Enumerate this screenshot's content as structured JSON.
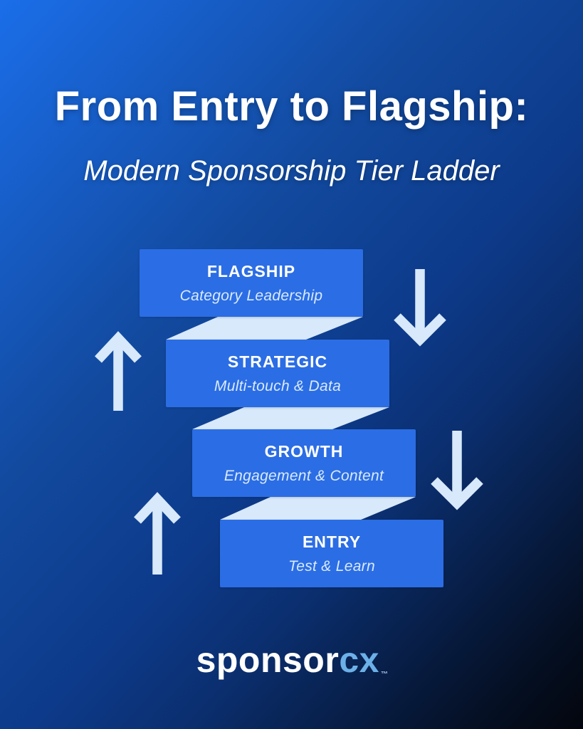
{
  "header": {
    "title": "From Entry to Flagship:",
    "subtitle": "Modern Sponsorship Tier Ladder"
  },
  "ladder": {
    "tiers": [
      {
        "name": "FLAGSHIP",
        "tagline": "Category Leadership"
      },
      {
        "name": "STRATEGIC",
        "tagline": "Multi-touch & Data"
      },
      {
        "name": "GROWTH",
        "tagline": "Engagement & Content"
      },
      {
        "name": "ENTRY",
        "tagline": "Test & Learn"
      }
    ],
    "arrows": [
      {
        "direction": "up",
        "side": "left"
      },
      {
        "direction": "down",
        "side": "right"
      },
      {
        "direction": "up",
        "side": "left"
      },
      {
        "direction": "down",
        "side": "right"
      }
    ]
  },
  "footer": {
    "logo_primary": "sponsor",
    "logo_accent": "cx",
    "logo_trademark": "™"
  },
  "colors": {
    "background_start": "#1b6ee9",
    "background_end": "#03060d",
    "tier_box": "#2b6de4",
    "connector": "#d7e9fa",
    "arrow": "#d7e9fa",
    "text_primary": "#ffffff",
    "text_tagline": "#d9eafc",
    "logo_accent": "#6cb0e8"
  }
}
